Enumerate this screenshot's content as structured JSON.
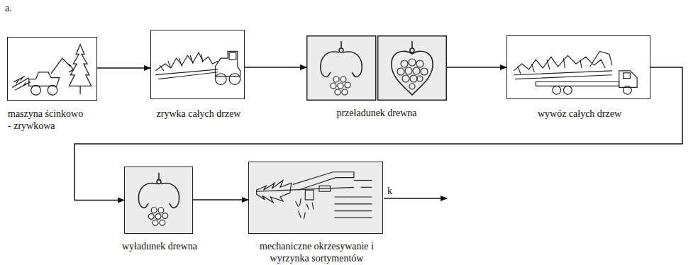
{
  "diagram": {
    "nodes": [
      {
        "text": [
          "maszyna ścinkowo - zrywkowa"
        ]
      },
      {
        "text": [
          "zrywka całych drzew"
        ]
      },
      {
        "text": [
          "przeładunek drewna"
        ]
      },
      {
        "text": [
          "wywóz całych drzew"
        ]
      },
      {
        "text": [
          "wyładunek drewna"
        ]
      },
      {
        "text": [
          "mechaniczne okrzesywanie i wyrzynka sortymentów"
        ]
      }
    ],
    "edges": [
      {
        "from": 0,
        "to": 1,
        "arrow": "to"
      },
      {
        "from": 1,
        "to": 2,
        "arrow": "to"
      },
      {
        "from": 2,
        "to": 3,
        "arrow": "to"
      },
      {
        "from": 3,
        "to": 4,
        "arrow": "to"
      },
      {
        "from": 4,
        "to": 5,
        "arrow": "to"
      }
    ],
    "labels": [
      "a.",
      "k"
    ]
  }
}
